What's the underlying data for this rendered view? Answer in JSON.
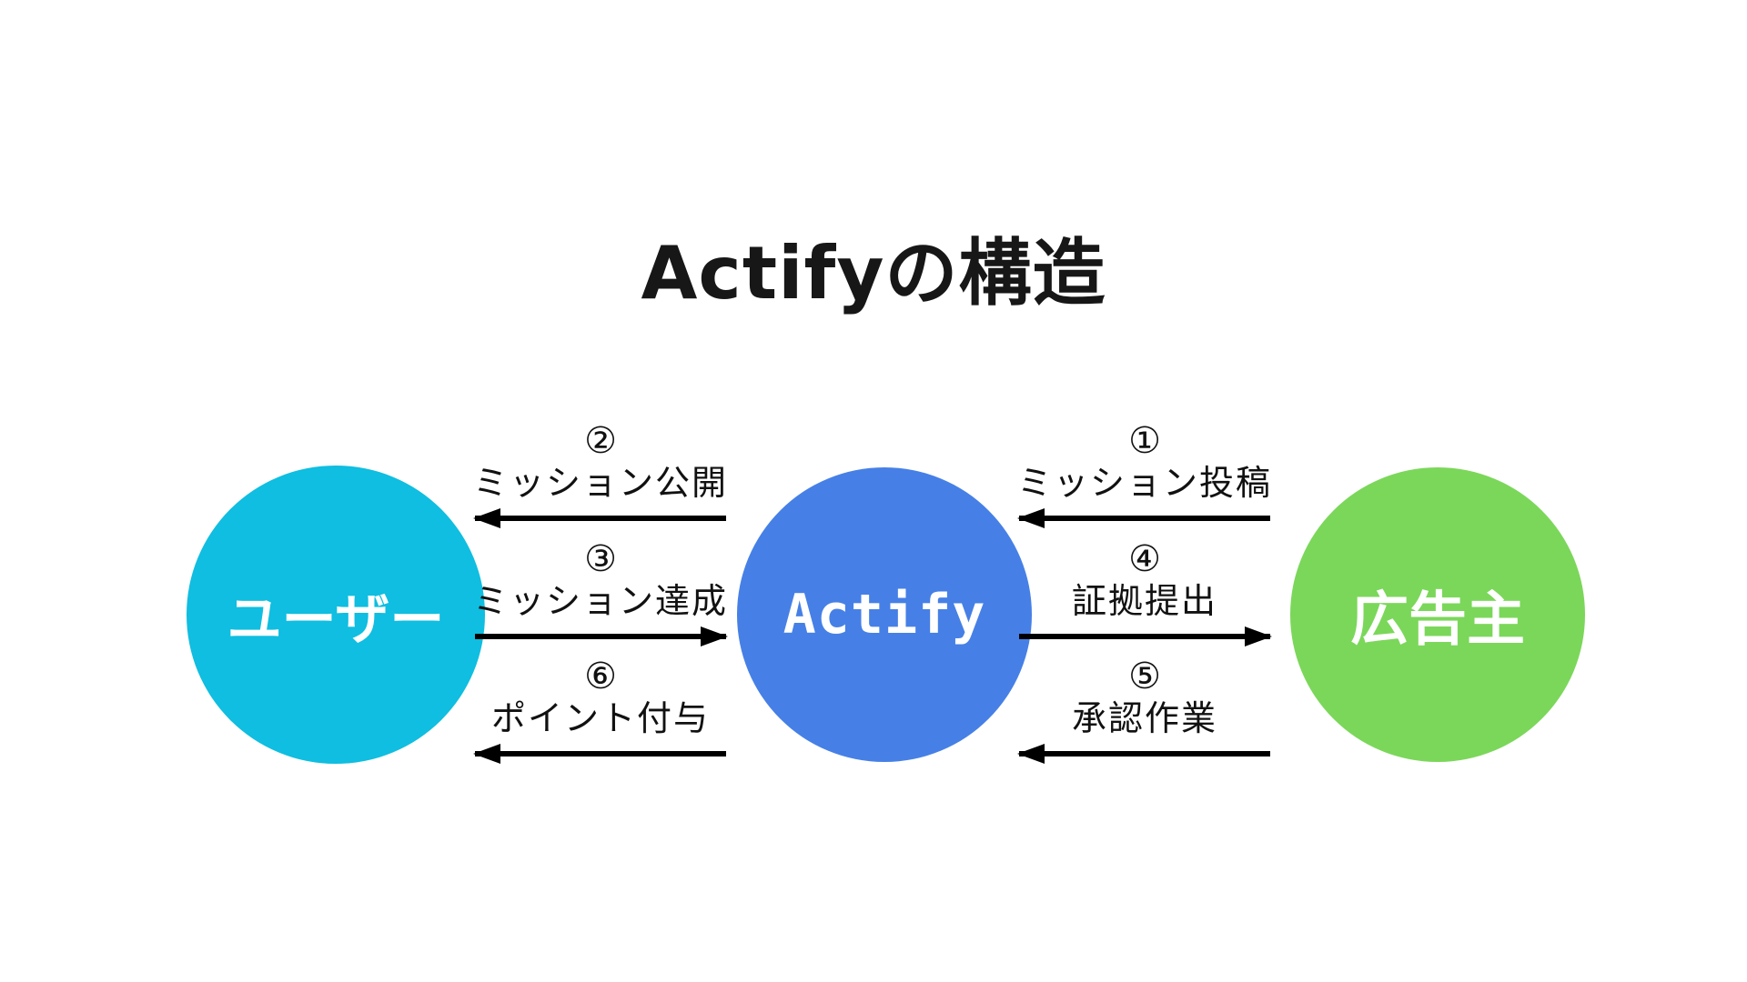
{
  "page": {
    "title": "Actifyの構造"
  },
  "colors": {
    "background": "#ffffff",
    "title_text": "#171717",
    "user_circle": "#0fbee0",
    "platform_circle": "#4680e6",
    "advertiser_circle": "#7bd75a",
    "node_text": "#ffffff",
    "arrow": "#000000",
    "flow_text": "#111111"
  },
  "nodes": {
    "user": {
      "label": "ユーザー"
    },
    "platform": {
      "label": "Actify"
    },
    "advertiser": {
      "label": "広告主"
    }
  },
  "flows": {
    "left": [
      {
        "number": "②",
        "label": "ミッション公開",
        "direction": "left",
        "from": "Actify",
        "to": "ユーザー"
      },
      {
        "number": "③",
        "label": "ミッション達成",
        "direction": "right",
        "from": "ユーザー",
        "to": "Actify"
      },
      {
        "number": "⑥",
        "label": "ポイント付与",
        "direction": "left",
        "from": "Actify",
        "to": "ユーザー"
      }
    ],
    "right": [
      {
        "number": "①",
        "label": "ミッション投稿",
        "direction": "left",
        "from": "広告主",
        "to": "Actify"
      },
      {
        "number": "④",
        "label": "証拠提出",
        "direction": "right",
        "from": "Actify",
        "to": "広告主"
      },
      {
        "number": "⑤",
        "label": "承認作業",
        "direction": "left",
        "from": "広告主",
        "to": "Actify"
      }
    ]
  }
}
